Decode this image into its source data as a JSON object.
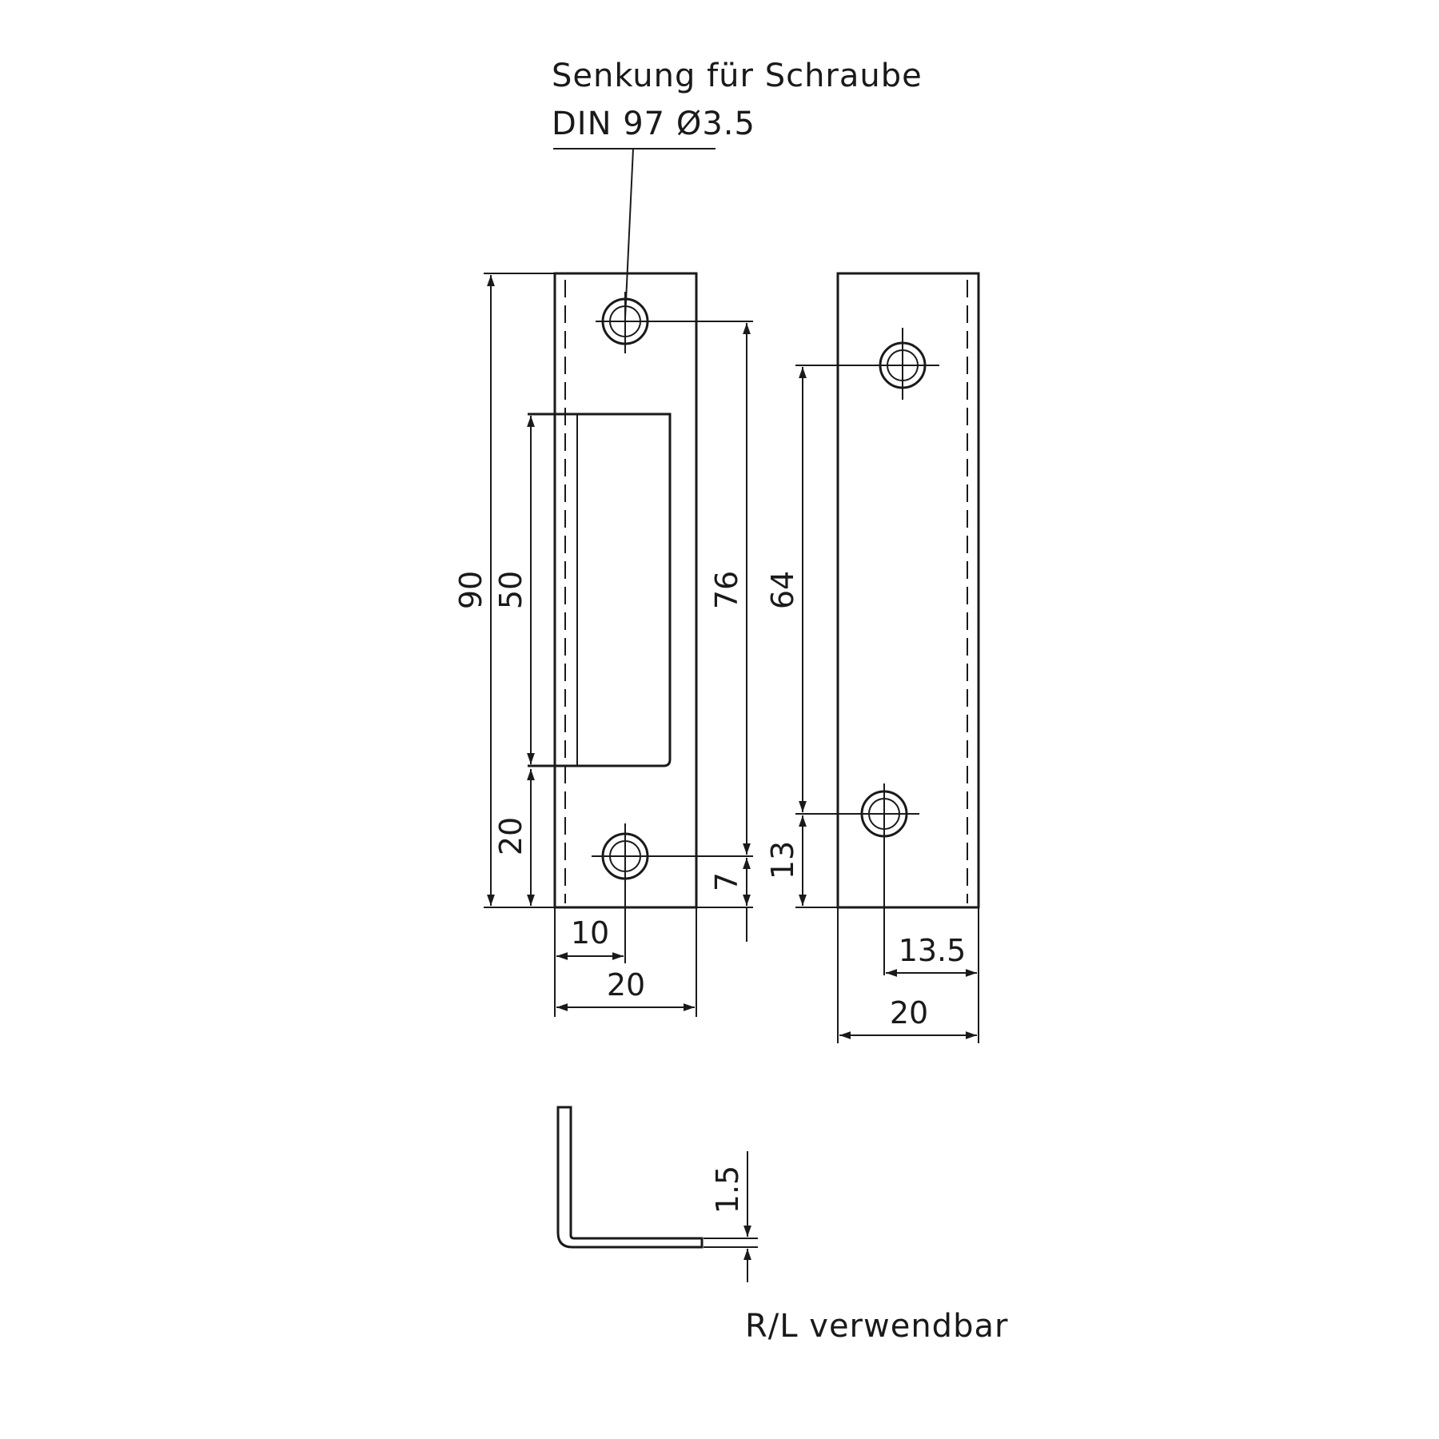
{
  "note": {
    "line1": "Senkung für Schraube",
    "line2": "DIN 97 Ø3.5"
  },
  "dimensions": {
    "total_height": "90",
    "slot_height": "50",
    "hole_spacing_front": "76",
    "bottom_to_slot": "20",
    "hole_from_bottom_front": "7",
    "hole_from_left": "10",
    "width_front": "20",
    "hole_spacing_side": "64",
    "hole_from_bottom_side": "13",
    "hole_from_right_side": "13.5",
    "width_side": "20",
    "thickness": "1.5"
  },
  "footer": {
    "usage_note": "R/L verwendbar"
  },
  "colors": {
    "line": "#1a1a1a",
    "background": "#ffffff"
  }
}
